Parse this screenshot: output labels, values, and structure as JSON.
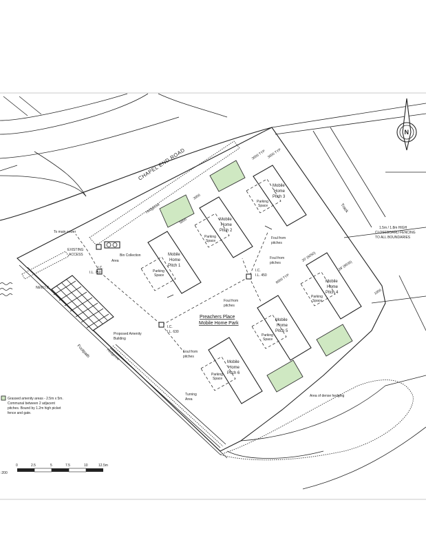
{
  "road": "CHAPEL END ROAD",
  "track": "Track",
  "footpath": "Footpath",
  "hedgerow_top": "Hedgerow",
  "hedgerow_bottom": "Hedgerow",
  "title_line1": "Preachers Place",
  "title_line2": "Mobile Home Park",
  "pitches": [
    {
      "line1": "Mobile",
      "line2": "Home",
      "line3": "Pitch 1"
    },
    {
      "line1": "Mobile",
      "line2": "Home",
      "line3": "Pitch 2"
    },
    {
      "line1": "Mobile",
      "line2": "Home",
      "line3": "Pitch 3"
    },
    {
      "line1": "Mobile",
      "line2": "Home",
      "line3": "Pitch 4"
    },
    {
      "line1": "Mobile",
      "line2": "Home",
      "line3": "Pitch 5"
    },
    {
      "line1": "Mobile",
      "line2": "Home",
      "line3": "Pitch 6"
    }
  ],
  "parking": {
    "line1": "Parking",
    "line2": "Space"
  },
  "to_main_sewer": "To main sewer",
  "existing_access_1": "EXISTING",
  "existing_access_2": "ACCESS",
  "bin_collection_1": "Bin Collection",
  "bin_collection_2": "Area",
  "ic_750_1": "I.C.",
  "ic_750_2": "I.L. 750",
  "new_ic": "NEW I.C.",
  "ic_450_1": "I.C.",
  "ic_450_2": "I.L. 450",
  "ic_630_1": "I.C.",
  "ic_630_2": "I.L. 630",
  "foul_1_line1": "Foul from",
  "foul_1_line2": "pitches",
  "foul_2_line1": "Foul from",
  "foul_2_line2": "pitches",
  "foul_3_line1": "Foul from",
  "foul_3_line2": "pitches",
  "foul_4_line1": "Foul from",
  "foul_4_line2": "pitches",
  "amenity_1": "Proposed Amenity",
  "amenity_2": "Building",
  "turning_1": "Turning",
  "turning_2": "Area",
  "dense_hedging": "Area of dense hedging",
  "fencing_1": "1.5m / 1.8m HIGH",
  "fencing_2": "CLOSEBOARD FENCING",
  "fencing_3": "TO ALL BOUNDARIES",
  "dims": {
    "d3000typ_a": "3000 TYP",
    "d3000": "3000",
    "d5000": "5000",
    "d3000typ_b": "3000 TYP",
    "d3000_b": "3000",
    "d1000": "1000",
    "d6000typ": "6000 TYP",
    "d20ft": "20' (6050)",
    "d28ft": "28' (8535)"
  },
  "legend_1": "Grassed amenity areas - 2.5m x 5m.",
  "legend_2": "Communal between 2 adjacent",
  "legend_3": "pitches. Bound by 1.2m high picket",
  "legend_4": "fence and gate.",
  "scale_ticks": [
    "0",
    "2.5",
    "5",
    "7.5",
    "10",
    "12.5m"
  ],
  "scale_ratio": ":200",
  "north": "N"
}
